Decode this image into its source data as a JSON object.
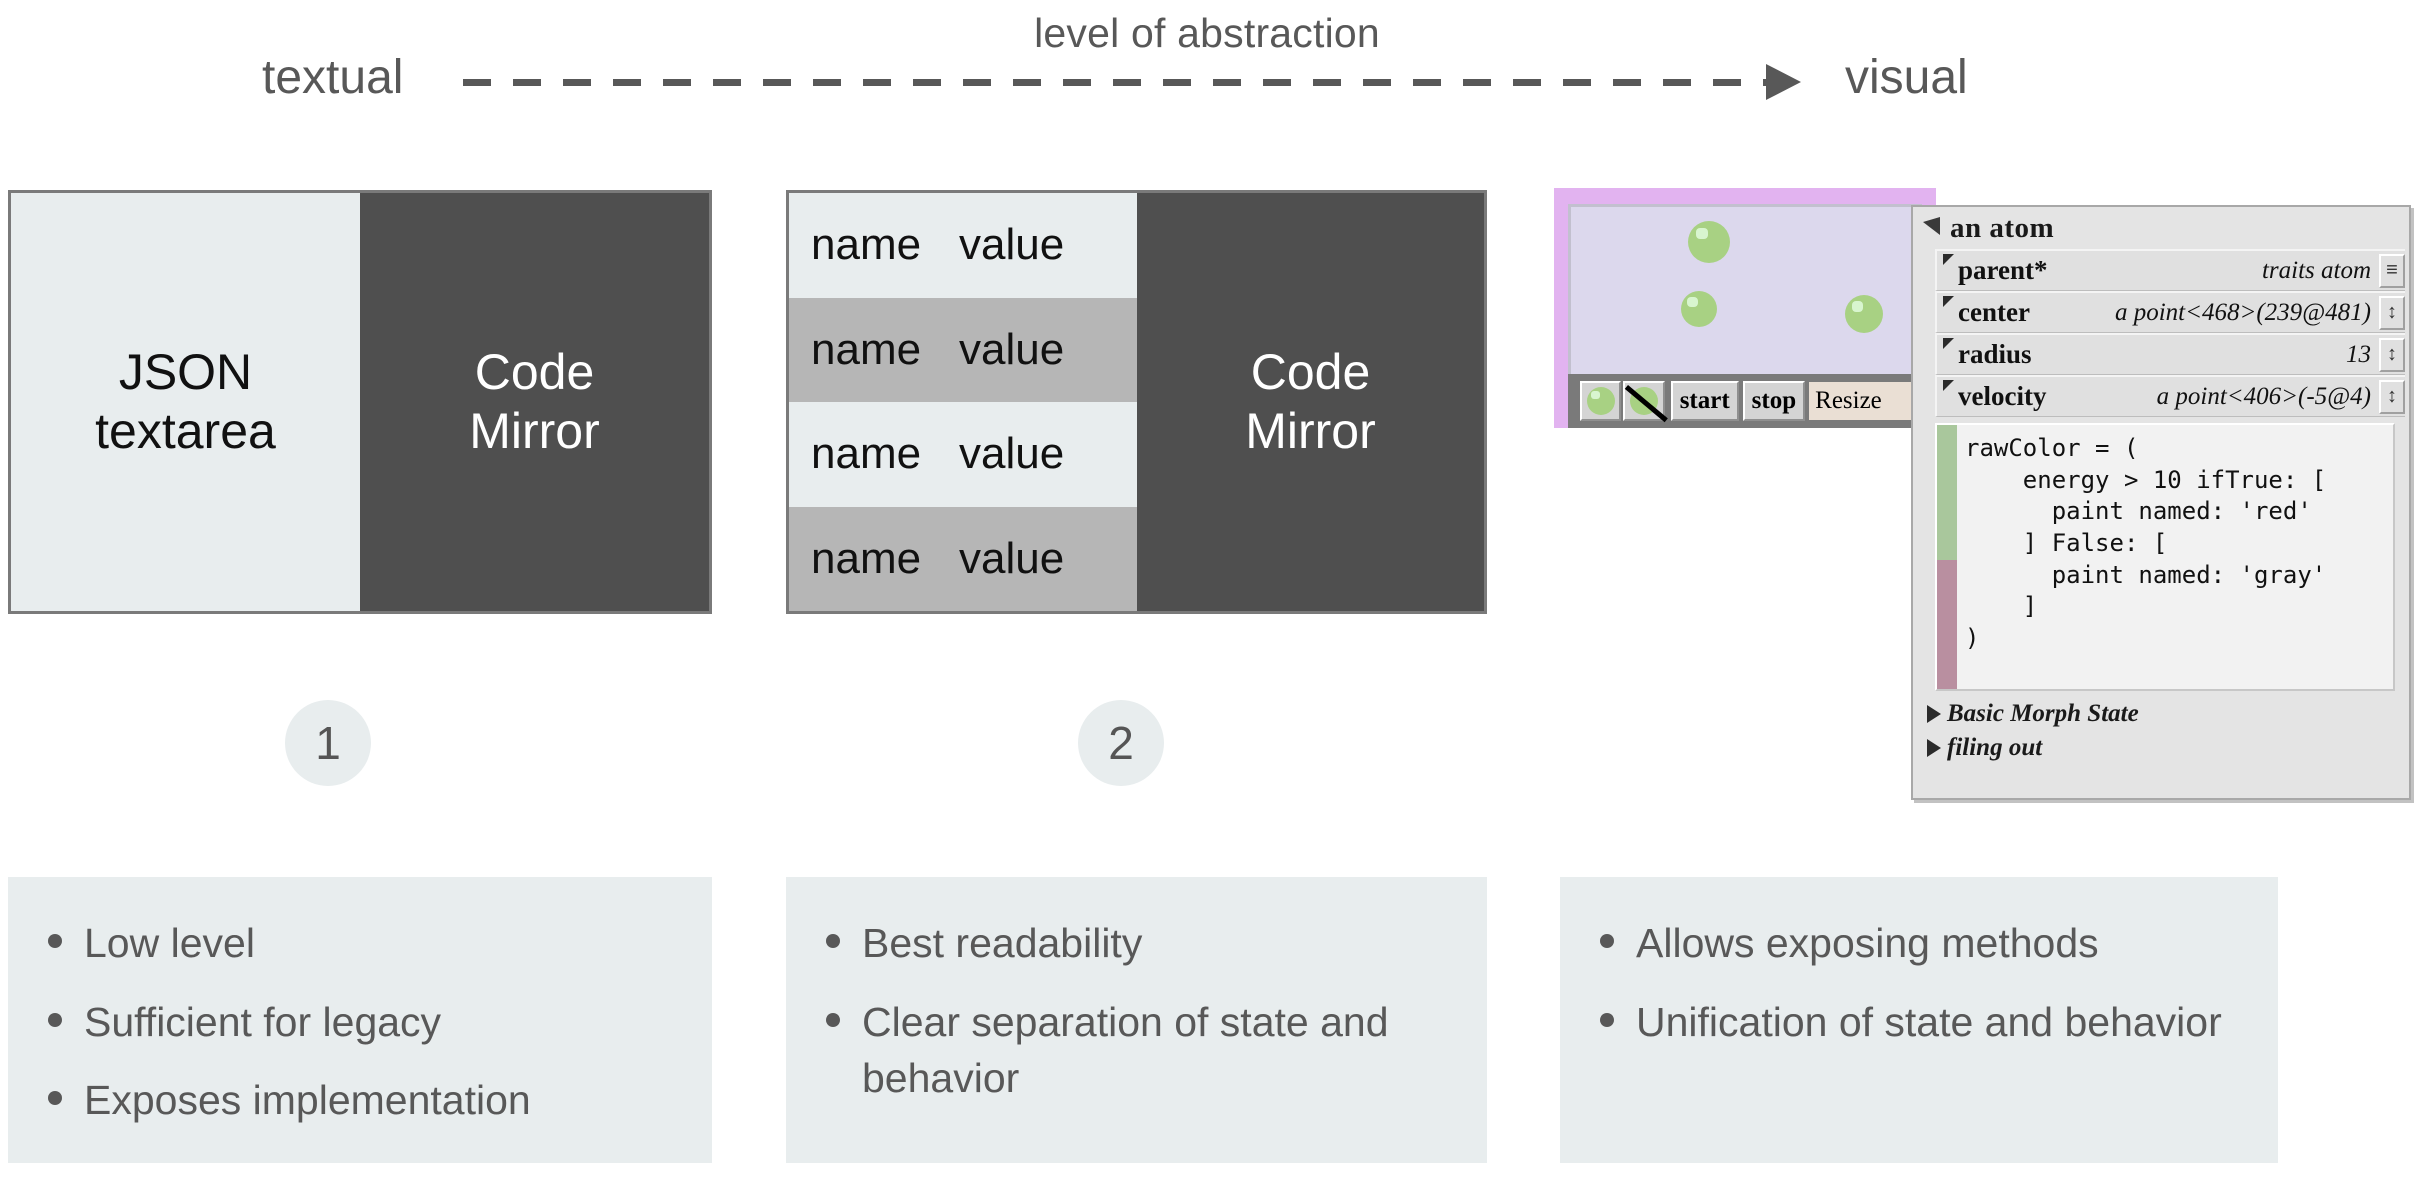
{
  "axis": {
    "title": "level of abstraction",
    "left_label": "textual",
    "right_label": "visual"
  },
  "panels": [
    {
      "id": "json-codemirror",
      "left_title": "JSON\ntextarea",
      "right_title": "Code\nMirror",
      "step": "1"
    },
    {
      "id": "table-codemirror",
      "right_title": "Code\nMirror",
      "step": "2",
      "rows": [
        {
          "name": "name",
          "value": "value"
        },
        {
          "name": "name",
          "value": "value"
        },
        {
          "name": "name",
          "value": "value"
        },
        {
          "name": "name",
          "value": "value"
        }
      ]
    }
  ],
  "squeak": {
    "toolbar": {
      "start_label": "start",
      "stop_label": "stop",
      "resize_value": "Resize"
    }
  },
  "inspector": {
    "title": "an atom",
    "rows": [
      {
        "key": "parent*",
        "value": "traits atom",
        "handle": "≡"
      },
      {
        "key": "center",
        "value": "a point<468>(239@481)",
        "handle": "↕"
      },
      {
        "key": "radius",
        "value": "13",
        "handle": "↕"
      },
      {
        "key": "velocity",
        "value": "a point<406>(-5@4)",
        "handle": "↕"
      }
    ],
    "code": "rawColor = (\n    energy > 10 ifTrue: [\n      paint named: 'red'\n    ] False: [\n      paint named: 'gray'\n    ]\n)",
    "sections": [
      {
        "label": "Basic Morph State"
      },
      {
        "label": "filing out"
      }
    ]
  },
  "conclusions": [
    {
      "items": [
        "Low level",
        "Sufficient for legacy",
        "Exposes implementation"
      ]
    },
    {
      "items": [
        "Best readability",
        "Clear separation of state and behavior"
      ]
    },
    {
      "items": [
        "Allows exposing methods",
        "Unification of state and behavior"
      ]
    }
  ],
  "colors": {
    "light_panel": "#e8edee",
    "dark_panel": "#4f4f4f",
    "row_alt": "#b6b6b6",
    "text_gray": "#585858",
    "squeak_purple": "#e2b3f0",
    "atom_green": "#a8d183"
  }
}
